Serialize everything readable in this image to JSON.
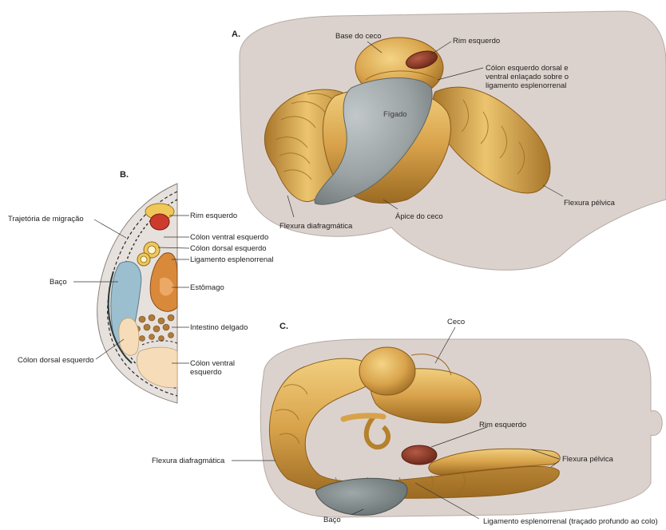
{
  "panels": {
    "a": "A.",
    "b": "B.",
    "c": "C."
  },
  "panel_a": {
    "base_ceco": "Base do ceco",
    "rim_esquerdo": "Rim esquerdo",
    "colon_dorsal_ventral": "Cólon esquerdo dorsal e ventral enlaçado sobre o ligamento esplenorrenal",
    "figado": "Fígado",
    "flexura_pelvica": "Flexura pélvica",
    "apice_ceco": "Ápice do ceco",
    "flexura_diafragmatica": "Flexura diafragmática"
  },
  "panel_b": {
    "trajetoria": "Trajetória de migração",
    "rim_esquerdo": "Rim esquerdo",
    "colon_ventral_esq": "Cólon ventral esquerdo",
    "colon_dorsal_esq": "Cólon dorsal esquerdo",
    "ligamento": "Ligamento esplenorrenal",
    "baco": "Baço",
    "estomago": "Estômago",
    "intestino": "Intestino delgado",
    "colon_dorsal_esquerdo": "Cólon dorsal esquerdo",
    "colon_ventral_esquerdo": "Cólon ventral esquerdo"
  },
  "panel_c": {
    "ceco": "Ceco",
    "rim_esquerdo": "Rim esquerdo",
    "flexura_diafragmatica": "Flexura diafragmática",
    "flexura_pelvica": "Flexura pélvica",
    "baco": "Baço",
    "ligamento": "Ligamento esplenorrenal (traçado profundo ao colo)"
  },
  "colors": {
    "body_fill": "#d9cfca",
    "body_edge": "#b7aca6",
    "colon": "#d7a24a",
    "colon_light": "#ecc46e",
    "colon_dark": "#9c6a22",
    "liver": "#8e9697",
    "liver_light": "#b5bcbd",
    "kidney": "#8a3a2a",
    "spleen": "#8fb4c6",
    "stomach": "#d48a3c",
    "bladder_red": "#cc3b2c",
    "fat_yellow": "#f0c85a",
    "colon_pale": "#f6dcb8"
  }
}
